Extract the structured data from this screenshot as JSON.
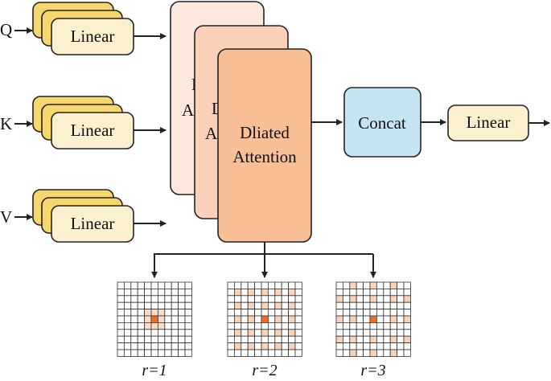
{
  "inputs": [
    {
      "letter": "Q",
      "block_label": "Linear"
    },
    {
      "letter": "K",
      "block_label": "Linear"
    },
    {
      "letter": "V",
      "block_label": "Linear"
    }
  ],
  "attention": {
    "label_line1": "Dliated",
    "label_line2": "Attention",
    "hidden_line1": "D",
    "hidden_line2": "A"
  },
  "concat_label": "Concat",
  "output_linear_label": "Linear",
  "grids": [
    {
      "caption": "r=1",
      "rate": 1
    },
    {
      "caption": "r=2",
      "rate": 2
    },
    {
      "caption": "r=3",
      "rate": 3
    }
  ],
  "colors": {
    "linear_back": "#f8d66e",
    "linear_front": "#fdf0cf",
    "attn_back": "#fce8dc",
    "attn_mid": "#fad1b8",
    "attn_front": "#f8bf97",
    "concat": "#c7e4f2",
    "grid_center": "#ee6d1e",
    "grid_ring": "#fbdcc6",
    "grid_dilated": "#fad2b6"
  }
}
